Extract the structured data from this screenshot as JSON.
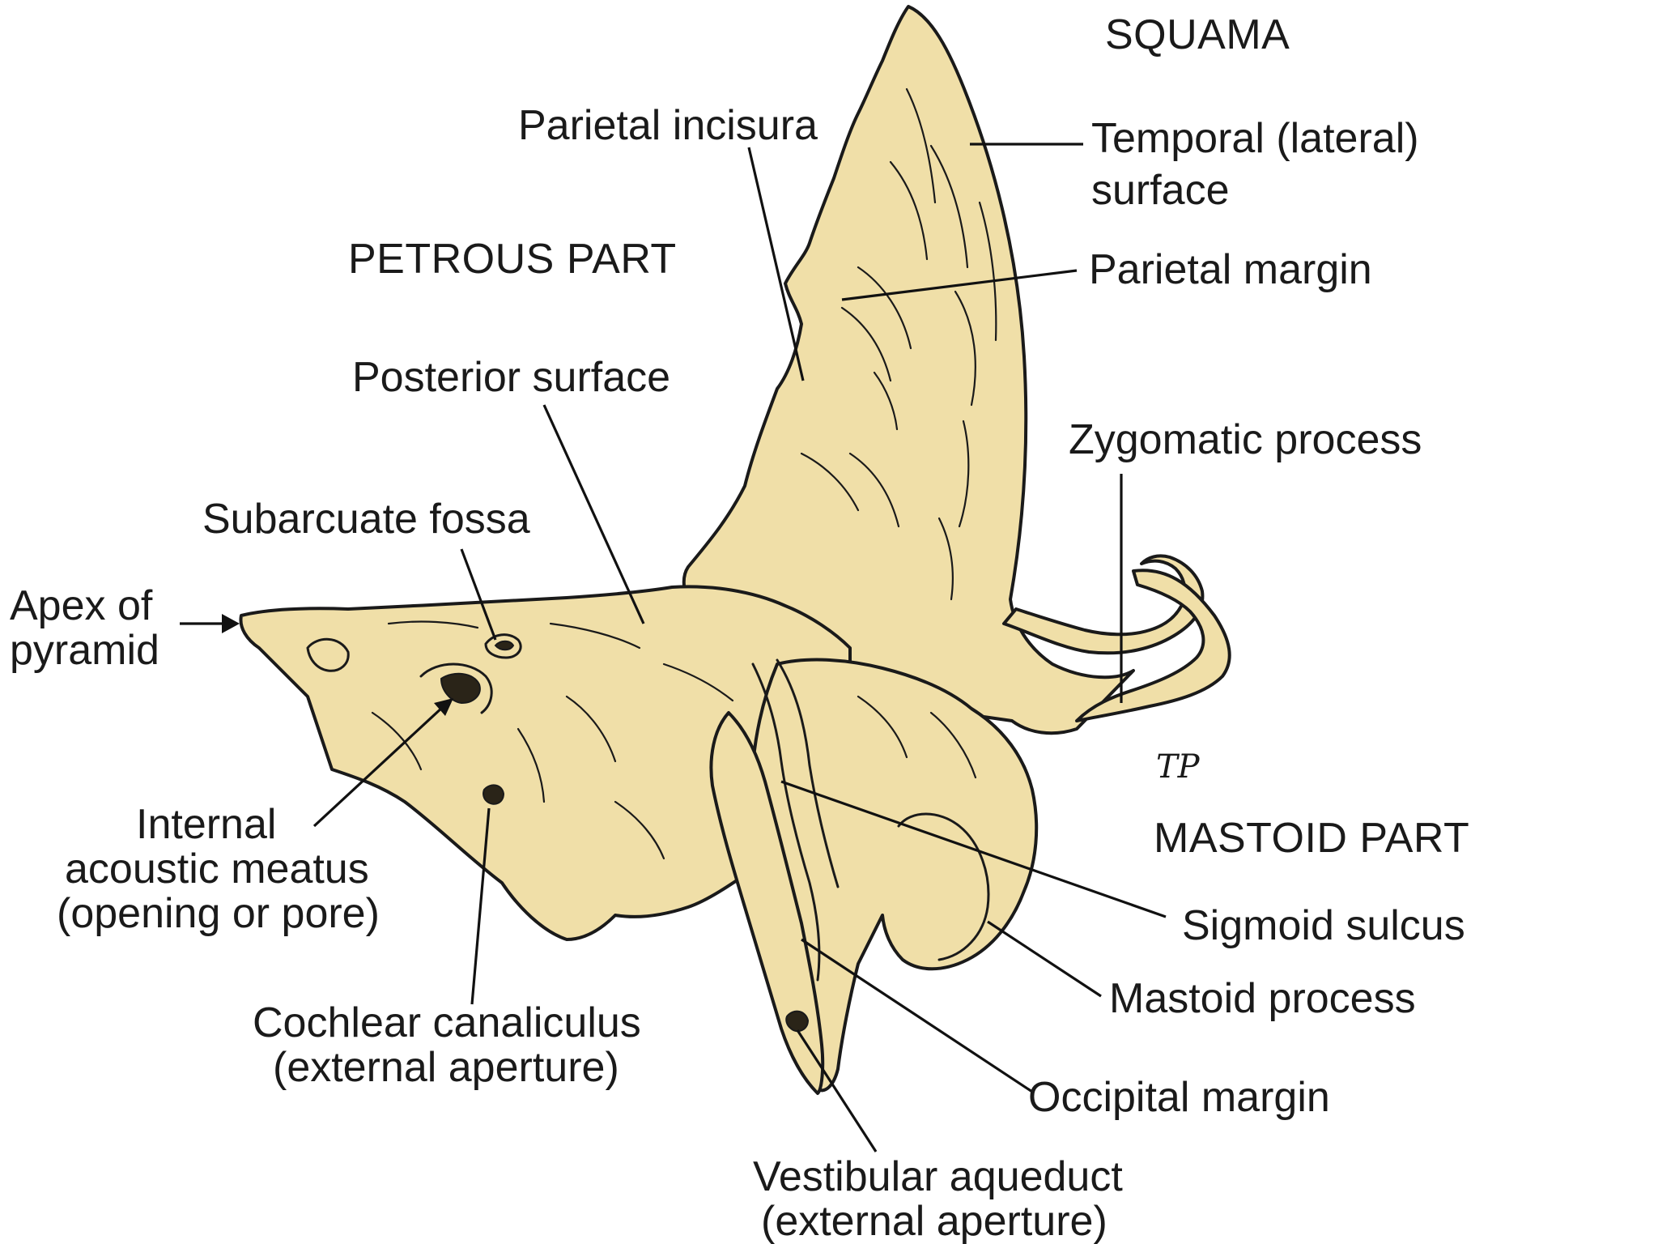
{
  "colors": {
    "bone_fill": "#f0dfa8",
    "ink": "#1a1a1a",
    "background": "#ffffff"
  },
  "regions": {
    "squama": "SQUAMA",
    "petrous_part": "PETROUS PART",
    "mastoid_part": "MASTOID PART"
  },
  "labels": {
    "parietal_incisura": "Parietal incisura",
    "temporal_surface_1": "Temporal (lateral)",
    "temporal_surface_2": "surface",
    "parietal_margin": "Parietal margin",
    "posterior_surface": "Posterior surface",
    "zygomatic_process": "Zygomatic process",
    "subarcuate_fossa": "Subarcuate fossa",
    "apex_1": "Apex of",
    "apex_2": "pyramid",
    "iam_1": "Internal",
    "iam_2": "acoustic meatus",
    "iam_3": "(opening or pore)",
    "sigmoid_sulcus": "Sigmoid sulcus",
    "mastoid_process": "Mastoid process",
    "cochlear_1": "Cochlear canaliculus",
    "cochlear_2": "(external aperture)",
    "occipital_margin": "Occipital margin",
    "vestibular_1": "Vestibular aqueduct",
    "vestibular_2": "(external aperture)"
  },
  "signature": "TP"
}
